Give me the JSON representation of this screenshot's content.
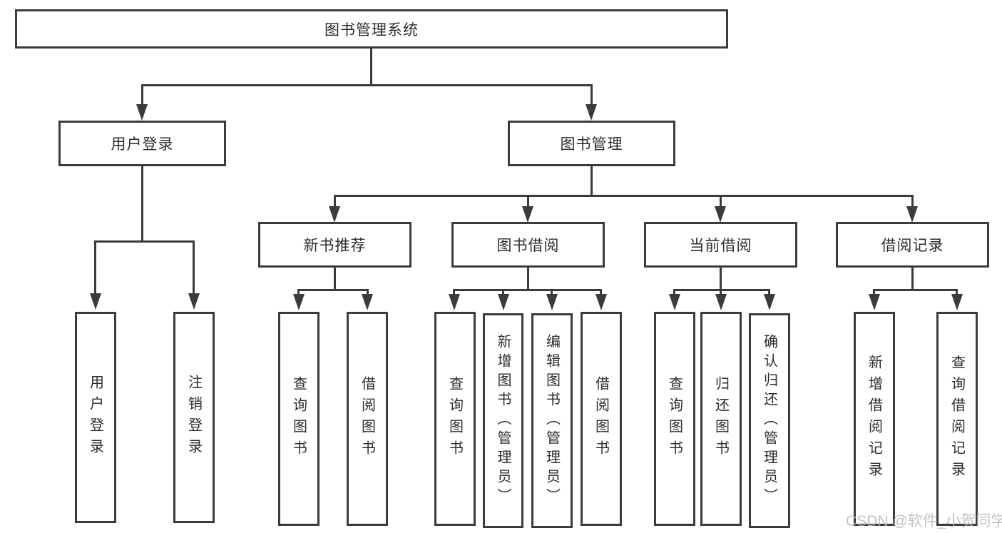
{
  "colors": {
    "line": "#3b3b3b",
    "text": "#2d2d2d",
    "watermark": "#b9b9b9"
  },
  "watermark": {
    "text": "CSDN @软件_小贺同学"
  },
  "tree": {
    "root": "图书管理系统",
    "branches": [
      {
        "label": "用户登录",
        "children": [
          "用户登录",
          "注销登录"
        ]
      },
      {
        "label": "图书管理",
        "groups": [
          {
            "label": "新书推荐",
            "children": [
              "查询图书",
              "借阅图书"
            ]
          },
          {
            "label": "图书借阅",
            "children": [
              "查询图书",
              "新增图书（管理员）",
              "编辑图书（管理员）",
              "借阅图书"
            ]
          },
          {
            "label": "当前借阅",
            "children": [
              "查询图书",
              "归还图书",
              "确认归还（管理员）"
            ]
          },
          {
            "label": "借阅记录",
            "children": [
              "新增借阅记录",
              "查询借阅记录"
            ]
          }
        ]
      }
    ]
  }
}
